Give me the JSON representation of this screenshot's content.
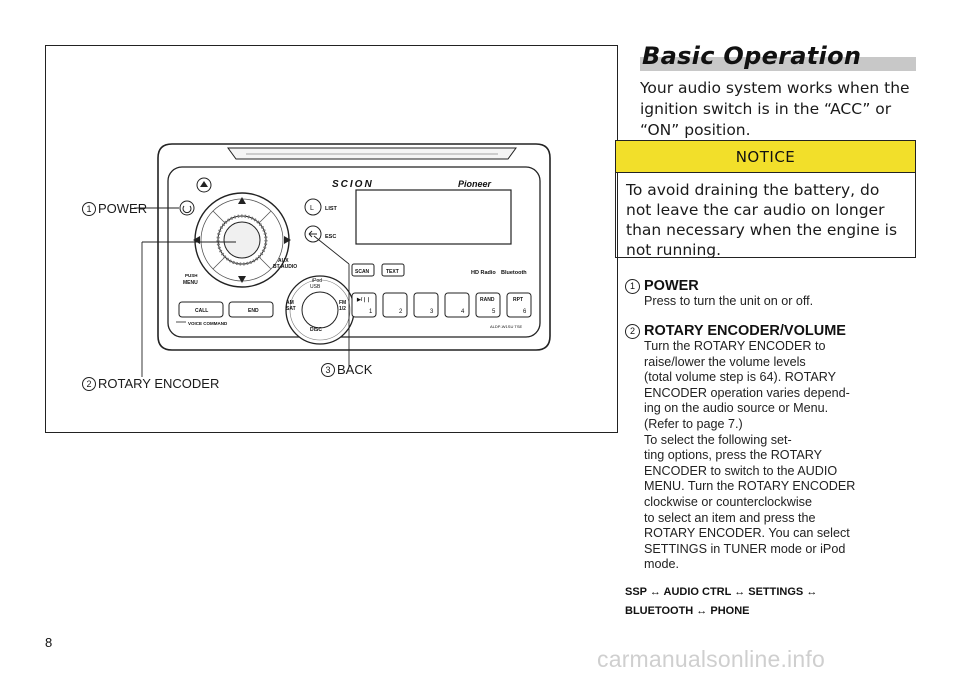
{
  "figure": {
    "callouts": {
      "power": {
        "num": "1",
        "label": "POWER"
      },
      "rotary": {
        "num": "2",
        "label": "ROTARY ENCODER"
      },
      "back": {
        "num": "3",
        "label": "BACK"
      }
    },
    "unit_labels": {
      "brand": "SCION",
      "maker": "Pioneer",
      "list": "LIST",
      "l_button": "L",
      "esc": "ESC",
      "aux": "AUX",
      "bt_audio": "BT-AUDIO",
      "push_menu_1": "PUSH",
      "push_menu_2": "MENU",
      "ipod": "iPod",
      "usb": "USB",
      "am": "AM",
      "sat": "SAT",
      "fm": "FM",
      "fm_band": "1/2",
      "disc": "DISC",
      "scan": "SCAN",
      "text": "TEXT",
      "hd_radio": "HD Radio",
      "bluetooth": "Bluetooth",
      "call": "CALL",
      "end": "END",
      "voice_command": "VOICE COMMAND",
      "play_pause": "▶/❘❘",
      "rand": "RAND",
      "rpt": "RPT",
      "model": "ALDP-W1SU TSE"
    },
    "preset_numbers": [
      "1",
      "2",
      "3",
      "4",
      "5",
      "6"
    ]
  },
  "title": "Basic Operation",
  "intro": "Your audio system works when the ignition switch is in the “ACC” or “ON” position.",
  "notice": {
    "heading": "NOTICE",
    "body": "To avoid draining the battery, do not leave the car audio on longer than necessary when the engine is not running."
  },
  "items": [
    {
      "num": "1",
      "heading": "POWER",
      "body": "Press to turn the unit on or off."
    },
    {
      "num": "2",
      "heading": "ROTARY ENCODER/VOLUME",
      "body_lines": [
        "Turn the ROTARY ENCODER to",
        "raise/lower the volume levels",
        "(total volume step is 64). ROTARY",
        "ENCODER operation varies depend-",
        "ing on the audio source or Menu.",
        "(Refer to page 7.)",
        "To select the following set-",
        "ting options, press the ROTARY",
        "ENCODER to switch to the AUDIO",
        "MENU. Turn the ROTARY ENCODER",
        "clockwise or counterclockwise",
        "to select an item and press the",
        "ROTARY ENCODER. You can select",
        "SETTINGS in TUNER mode or iPod",
        "mode."
      ]
    }
  ],
  "flow_line_1": "SSP ↔ AUDIO CTRL ↔ SETTINGS ↔",
  "flow_line_2": "BLUETOOTH ↔ PHONE",
  "page_number": "8",
  "watermark": "carmanualsonline.info"
}
